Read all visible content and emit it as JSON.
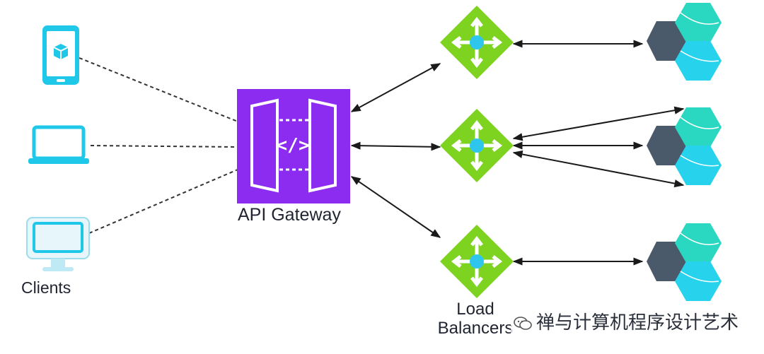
{
  "labels": {
    "clients": "Clients",
    "gateway": "API Gateway",
    "load_balancers_line1": "Load",
    "load_balancers_line2": "Balancers",
    "watermark": "禅与计算机程序设计艺术"
  },
  "gateway_glyph": "</>",
  "colors": {
    "device": "#1fc8e8",
    "gateway": "#8c2cf0",
    "load_balancer": "#7ed321",
    "lb_center": "#2ec6ec",
    "hex_dark": "#4a5a6a",
    "hex_teal": "#2ad7c0",
    "hex_cyan": "#27d3ec",
    "line": "#1a1a1a"
  }
}
